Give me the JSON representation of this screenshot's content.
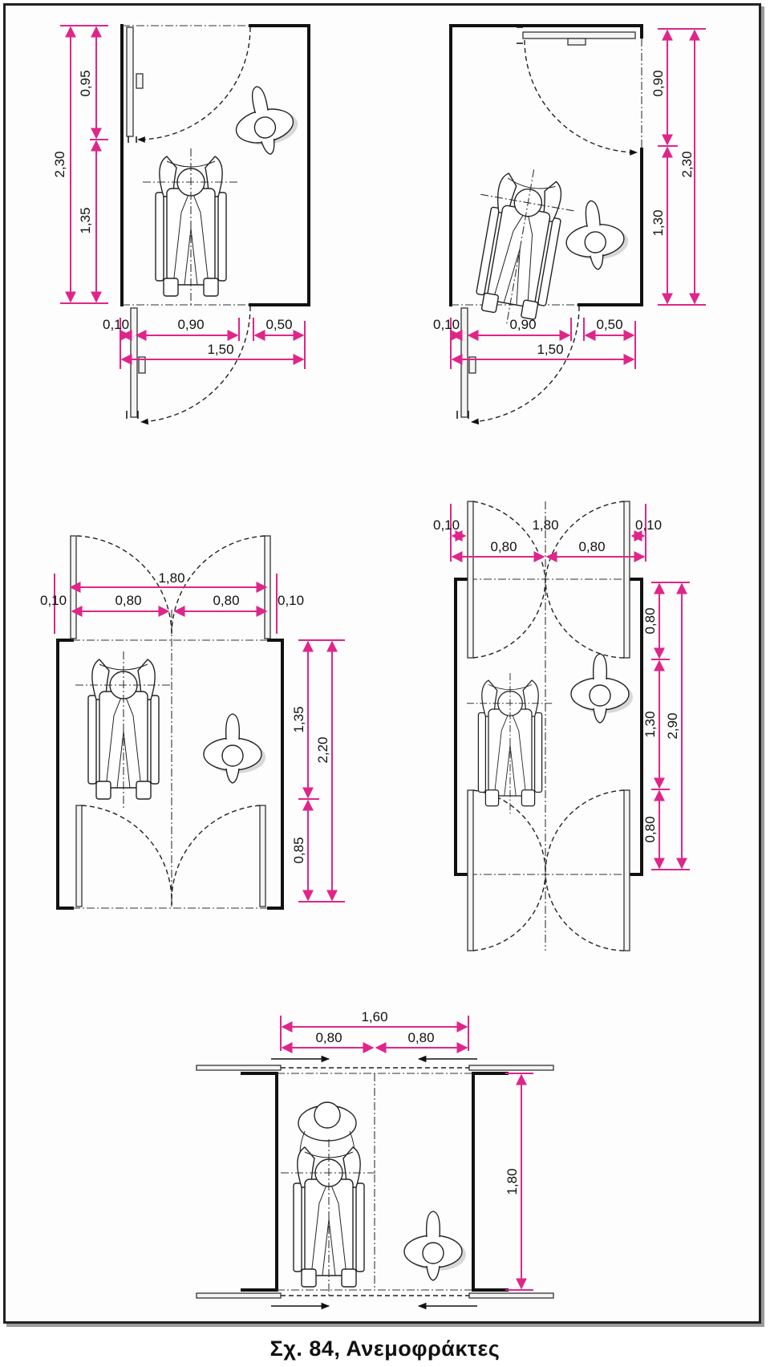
{
  "caption": "Σχ. 84,  Ανεμοφράκτες",
  "colors": {
    "dimension": "#e0258a",
    "line": "#111111",
    "background": "#ffffff"
  },
  "dimensions": {
    "d1": {
      "v095": "0,95",
      "v135": "1,35",
      "v230": "2,30",
      "v010": "0,10",
      "v090": "0,90",
      "v050": "0,50",
      "v150": "1,50"
    },
    "d2": {
      "v090": "0,90",
      "v130": "1,30",
      "v230": "2,30",
      "v010": "0,10",
      "v090b": "0,90",
      "v050": "0,50",
      "v150": "1,50"
    },
    "d3": {
      "v180": "1,80",
      "v010a": "0,10",
      "v080a": "0,80",
      "v080b": "0,80",
      "v010b": "0,10",
      "v135": "1,35",
      "v085": "0,85",
      "v220": "2,20"
    },
    "d4": {
      "v010a": "0,10",
      "v180": "1,80",
      "v010b": "0,10",
      "v080a": "0,80",
      "v080b": "0,80",
      "v080c": "0,80",
      "v130": "1,30",
      "v080d": "0,80",
      "v290": "2,90"
    },
    "d5": {
      "v160": "1,60",
      "v080a": "0,80",
      "v080b": "0,80",
      "v180": "1,80"
    }
  }
}
